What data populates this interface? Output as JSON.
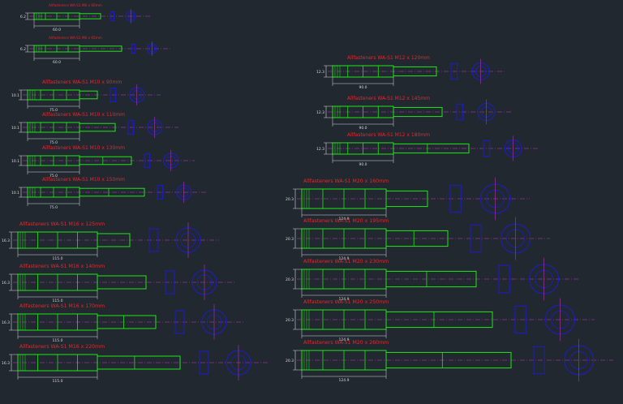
{
  "colors": {
    "background": "#212830",
    "title_red": "#e8262a",
    "body_green": "#21e61a",
    "nut_blue": "#1c1ccc",
    "dimension": "#d8d8d8",
    "centerline": "#c63bc6"
  },
  "drawings": [
    {
      "title": "Allfasteners WA-S1 M6 x 60mm",
      "dia": "6.2",
      "length": "60.0"
    },
    {
      "title": "Allfasteners WA-S1 M6 x 65mm",
      "dia": "6.2",
      "length": "60.0"
    },
    {
      "title": "Allfasteners WA-S1 M10 x 90mm",
      "dia": "10.1",
      "length": "75.0"
    },
    {
      "title": "Allfasteners WA-S1 M10 x 110mm",
      "dia": "10.1",
      "length": "75.0"
    },
    {
      "title": "Allfasteners WA-S1 M10 x 130mm",
      "dia": "10.1",
      "length": "75.0"
    },
    {
      "title": "Allfasteners WA-S1 M10 x 150mm",
      "dia": "10.1",
      "length": "75.0"
    },
    {
      "title": "Allfasteners WA-S1 M16 x 125mm",
      "dia": "16.3",
      "length": "115.0"
    },
    {
      "title": "Allfasteners WA-S1 M16 x 140mm",
      "dia": "16.3",
      "length": "115.0"
    },
    {
      "title": "Allfasteners WA-S1 M16 x 170mm",
      "dia": "16.3",
      "length": "115.0"
    },
    {
      "title": "Allfasteners WA-S1 M16 x 220mm",
      "dia": "16.3",
      "length": "115.0"
    },
    {
      "title": "Allfasteners WA-S1 M12 x 120mm",
      "dia": "12.3",
      "length": "90.0"
    },
    {
      "title": "Allfasteners WA-S1 M12 x 145mm",
      "dia": "12.3",
      "length": "90.0"
    },
    {
      "title": "Allfasteners WA-S1 M12 x 180mm",
      "dia": "12.3",
      "length": "90.0"
    },
    {
      "title": "Allfasteners WA-S1 M20 x 160mm",
      "dia": "20.3",
      "length": "124.9"
    },
    {
      "title": "Allfasteners WA-S1 M20 x 195mm",
      "dia": "20.3",
      "length": "124.9"
    },
    {
      "title": "Allfasteners WA-S1 M20 x 230mm",
      "dia": "20.3",
      "length": "124.9"
    },
    {
      "title": "Allfasteners WA-S1 M20 x 250mm",
      "dia": "20.3",
      "length": "124.9"
    },
    {
      "title": "Allfasteners WA-S1 M20 x 260mm",
      "dia": "20.3",
      "length": "124.9"
    }
  ]
}
